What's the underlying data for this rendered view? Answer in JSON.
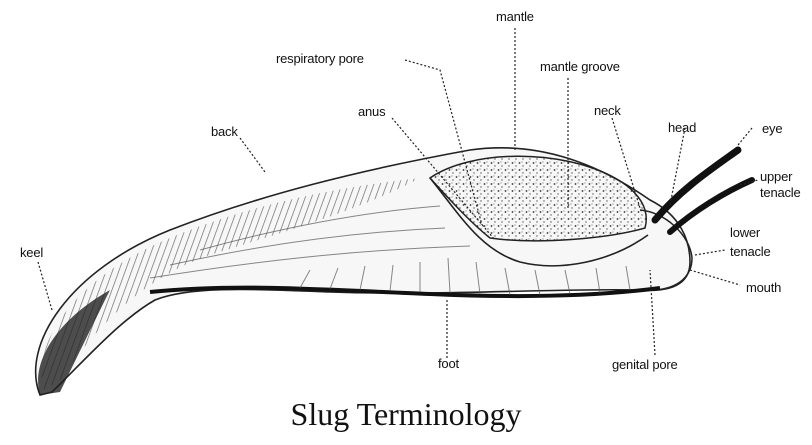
{
  "title": "Slug Terminology",
  "labels": {
    "mantle": "mantle",
    "respiratory_pore": "respiratory pore",
    "mantle_groove": "mantle groove",
    "anus": "anus",
    "neck": "neck",
    "head": "head",
    "eye": "eye",
    "back": "back",
    "upper": "upper",
    "upper_tentacle": "tenacle",
    "lower": "lower",
    "lower_tentacle": "tenacle",
    "mouth": "mouth",
    "keel": "keel",
    "foot": "foot",
    "genital_pore": "genital pore"
  }
}
